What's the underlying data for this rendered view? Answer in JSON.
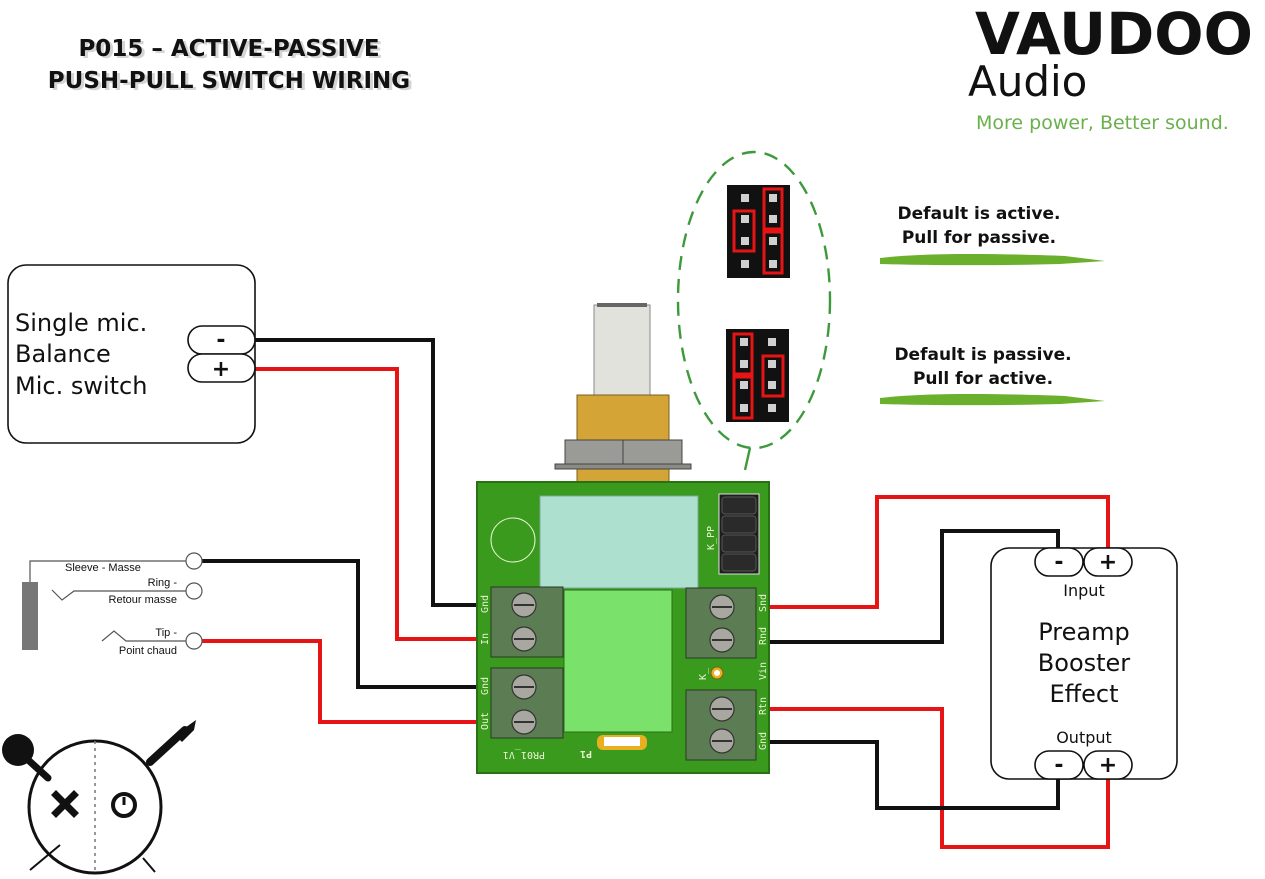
{
  "title": {
    "line1": "P015 – ACTIVE-PASSIVE",
    "line2": "PUSH-PULL SWITCH WIRING"
  },
  "brand": {
    "name": "VAUDOO",
    "sub": "Audio",
    "tagline": "More power, Better sound."
  },
  "mic_box": {
    "lines": [
      "Single mic.",
      "Balance",
      "Mic. switch"
    ],
    "minus": "-",
    "plus": "+"
  },
  "jack": {
    "sleeve": "Sleeve - Masse",
    "ring_line1": "Ring -",
    "ring_line2": "Retour masse",
    "tip_line1": "Tip -",
    "tip_line2": "Point chaud"
  },
  "jumper_notes": {
    "active": {
      "line1": "Default is active.",
      "line2": "Pull for passive."
    },
    "passive": {
      "line1": "Default is passive.",
      "line2": "Pull for active."
    }
  },
  "pcb": {
    "name": "PR01_V1",
    "part": "P1",
    "header": "K_PP",
    "led": "K_",
    "left_labels": [
      "Gnd",
      "In",
      "Gnd",
      "Out"
    ],
    "right_labels": [
      "Snd",
      "Rnd",
      "Vin",
      "Rtn",
      "Gnd"
    ]
  },
  "effect_box": {
    "input_label": "Input",
    "lines": [
      "Preamp",
      "Booster",
      "Effect"
    ],
    "output_label": "Output",
    "minus": "-",
    "plus": "+"
  },
  "colors": {
    "hot": "#e61414",
    "ground": "#111111",
    "pcb": "#3a9a1e",
    "accent_green": "#6ab04c"
  }
}
